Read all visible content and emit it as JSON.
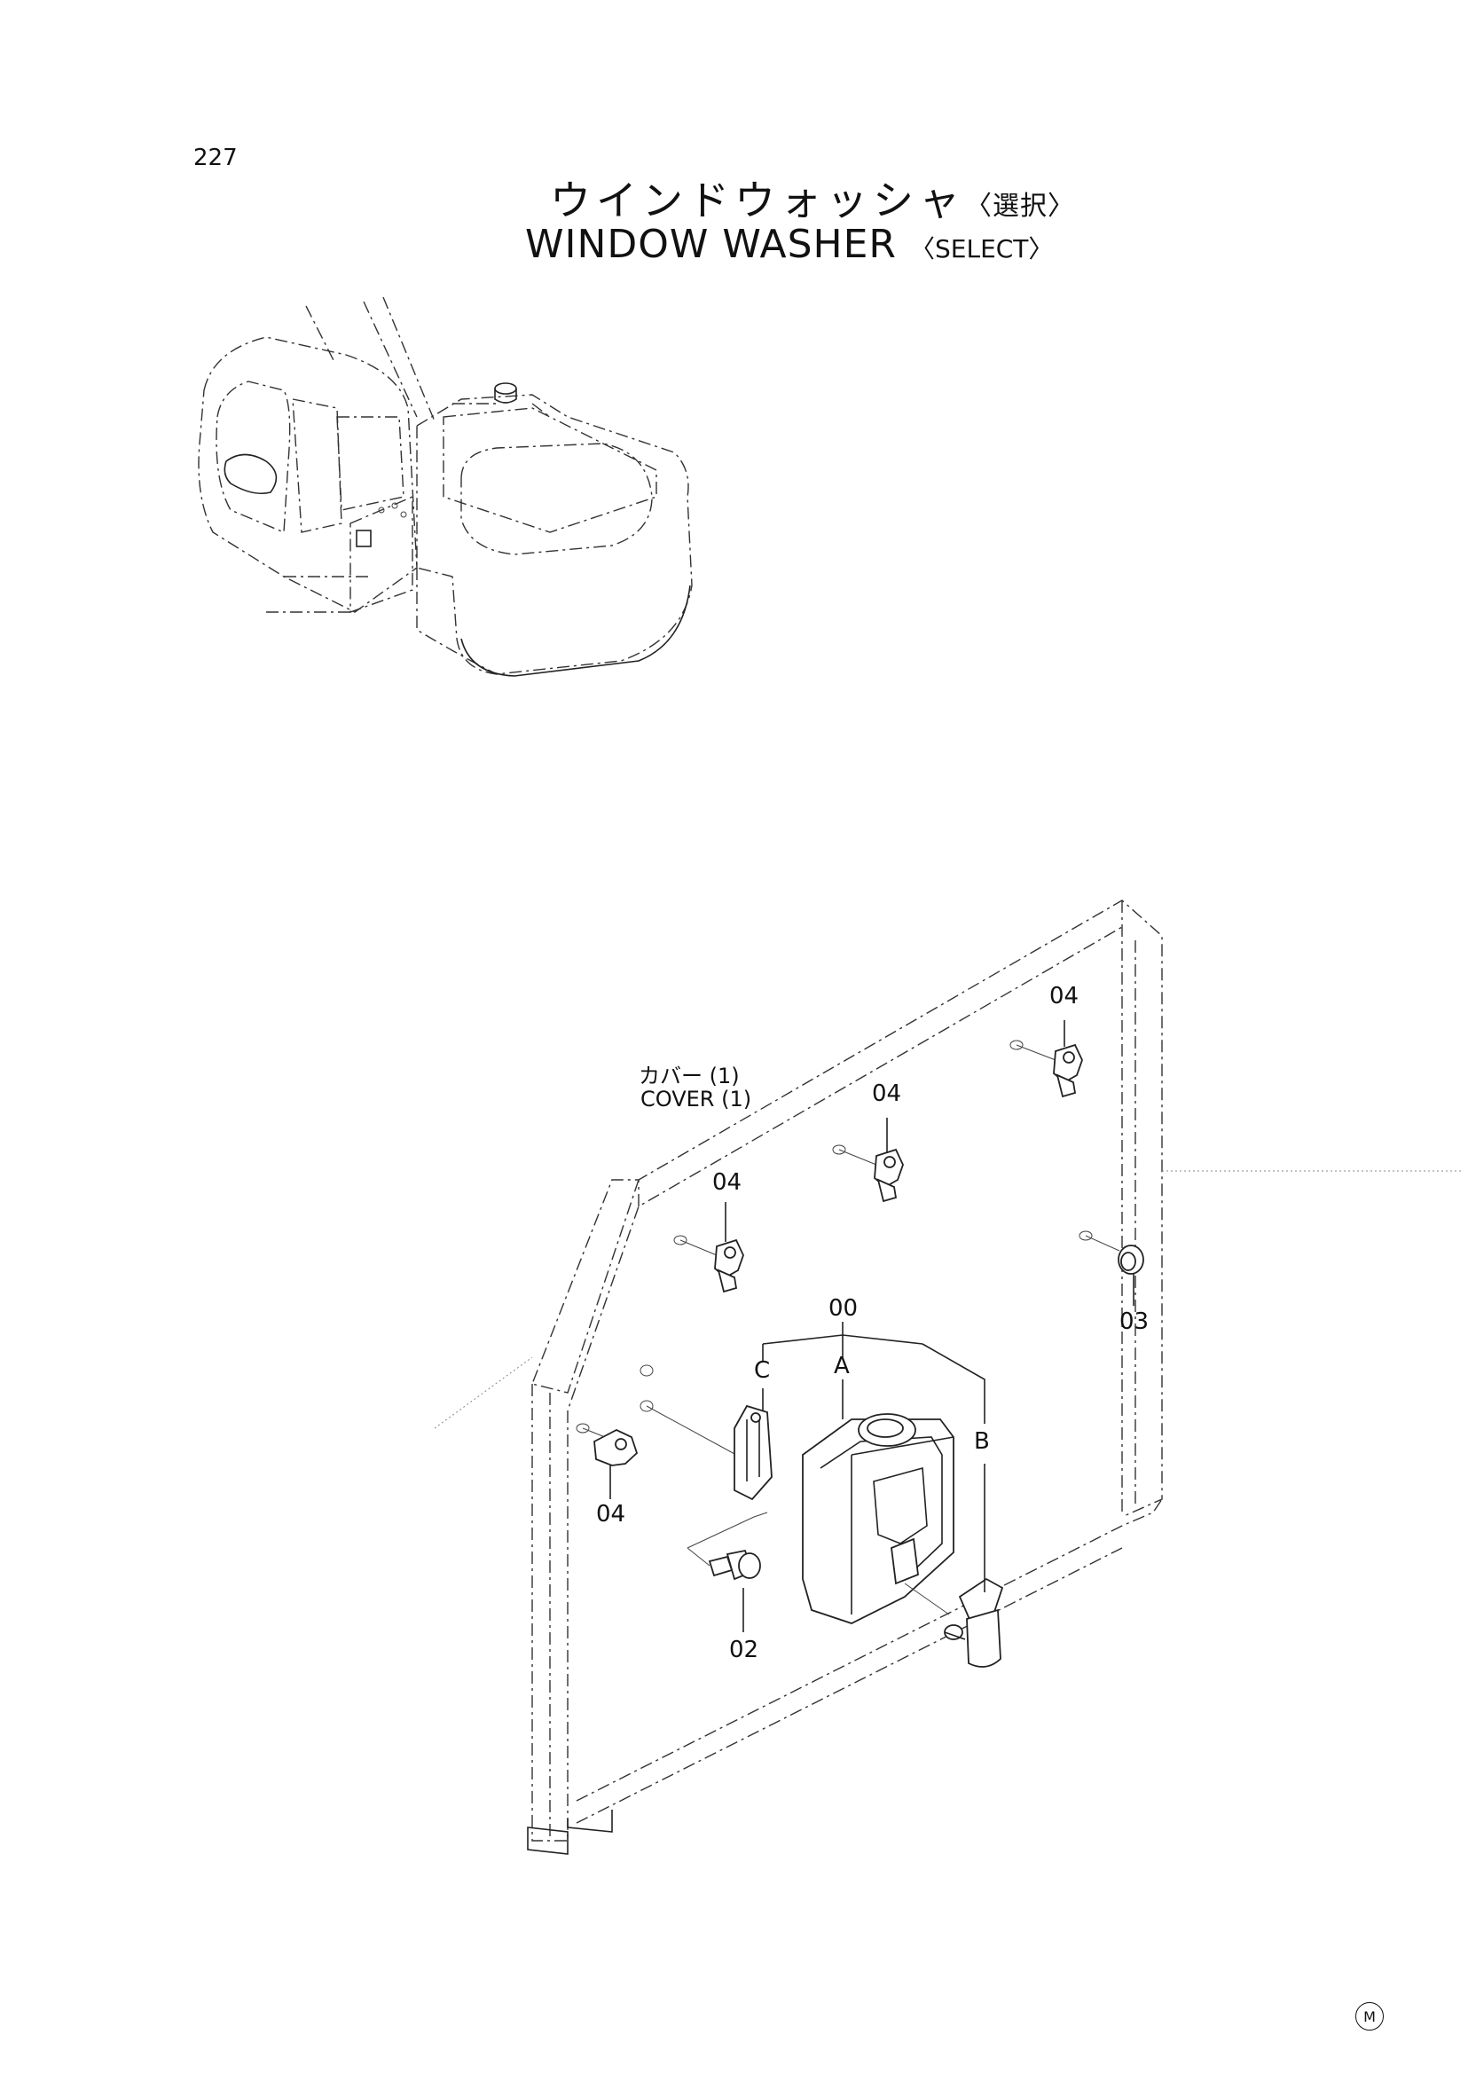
{
  "page": {
    "number": "227"
  },
  "title": {
    "jp": "ウインドウォッシャ",
    "jp_select": "〈選択〉",
    "en": "WINDOW WASHER",
    "en_select": "〈SELECT〉"
  },
  "cover": {
    "jp": "カバー (1)",
    "en": "COVER (1)"
  },
  "callouts": {
    "c04_top_right": "04",
    "c04_top_mid": "04",
    "c04_top_left": "04",
    "c04_left": "04",
    "c03": "03",
    "c00": "00",
    "cA": "A",
    "cB": "B",
    "cC": "C",
    "c02": "02"
  },
  "mark": "M"
}
